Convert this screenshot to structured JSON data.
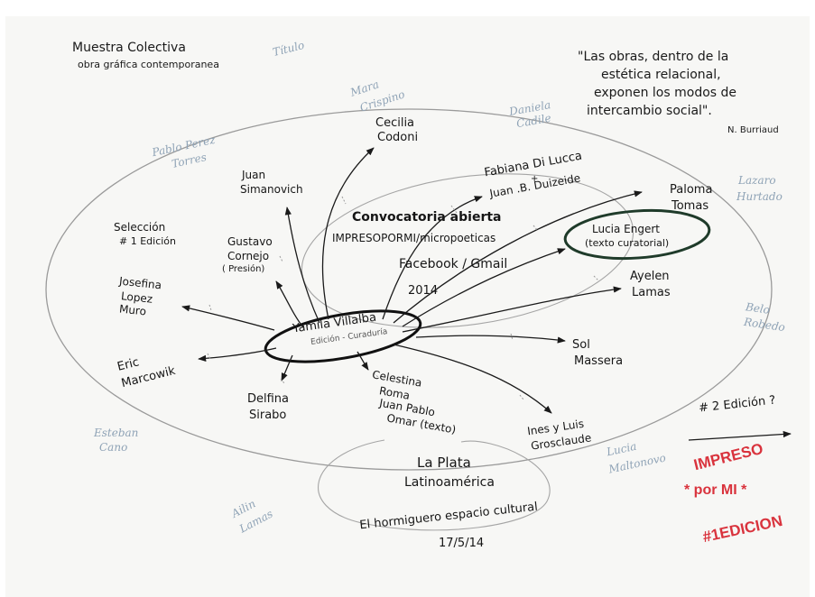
{
  "title": {
    "line1": "Muestra Colectiva",
    "line2": "obra gráfica contemporanea"
  },
  "quote": {
    "lines": [
      "\"Las obras, dentro de la",
      "estética relacional,",
      "exponen los modos de",
      "intercambio social\"."
    ],
    "author": "N. Burriaud"
  },
  "center": {
    "name": "Yamila Villalba",
    "role": "Edición - Curaduría"
  },
  "call": {
    "heading": "Convocatoria abierta",
    "channels": "IMPRESOPORMI/micropoeticas",
    "media": "Facebook / Gmail",
    "year": "2014"
  },
  "lucia": {
    "name": "Lucia Engert",
    "role": "(texto curatorial)"
  },
  "first_edition": {
    "line1": "Selección",
    "line2": "# 1 Edición"
  },
  "second_edition": "# 2 Edición ?",
  "artists": {
    "cecilia": [
      "Cecilia",
      "Codoni"
    ],
    "fabiana": [
      "Fabiana Di Lucca",
      "+",
      "Juan .B. Duizeide"
    ],
    "paloma": [
      "Paloma",
      "Tomas"
    ],
    "ayelen": [
      "Ayelen",
      "Lamas"
    ],
    "sol": [
      "Sol",
      "Massera"
    ],
    "ines": [
      "Ines y Luis",
      "Grosclaude"
    ],
    "celestina": [
      "Celestina",
      "Roma",
      "Juan Pablo",
      "Omar (texto)"
    ],
    "delfina": [
      "Delfina",
      "Sirabo"
    ],
    "eric": [
      "Eric",
      "Marcowik"
    ],
    "josefina": [
      "Josefina",
      "Lopez",
      "Muro"
    ],
    "gustavo": [
      "Gustavo",
      "Cornejo",
      "( Presión)"
    ],
    "juan": [
      "Juan",
      "Simanovich"
    ]
  },
  "pencil_names": {
    "titulo": "Título",
    "mara": [
      "Mara",
      "Crispino"
    ],
    "daniela": [
      "Daniela",
      "Cadile"
    ],
    "pablo": [
      "Pablo Perez",
      "Torres"
    ],
    "lazaro": [
      "Lazaro",
      "Hurtado"
    ],
    "belo": [
      "Belo",
      "Robedo"
    ],
    "esteban": [
      "Esteban",
      "Cano"
    ],
    "lucia_m": [
      "Lucia",
      "Maltonovo"
    ],
    "ailin": [
      "Ailin",
      "Lamas"
    ]
  },
  "venue": {
    "city": "La Plata",
    "region": "Latinoamérica",
    "place": "El hormiguero espacio cultural",
    "date": "17/5/14"
  },
  "stamp": {
    "line1": "IMPRESO",
    "line2": "* por MI *",
    "line3": "#1EDICION"
  },
  "colors": {
    "ink": "#161616",
    "pencil": "#8fa3b6",
    "stamp": "#d9333d",
    "paper": "#f7f7f5"
  }
}
